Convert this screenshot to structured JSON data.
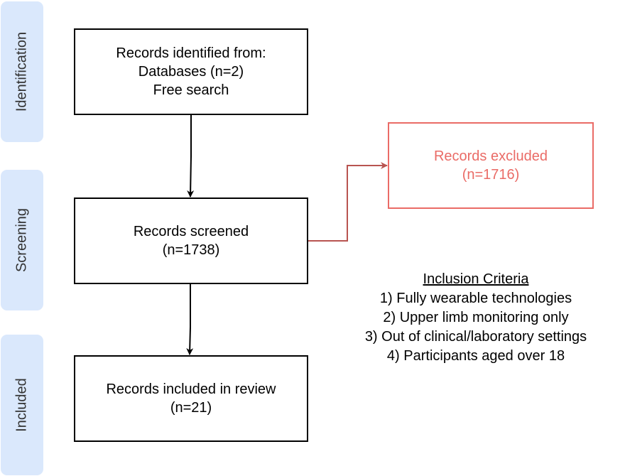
{
  "phases": [
    {
      "id": "identification",
      "label": "Identification"
    },
    {
      "id": "screening",
      "label": "Screening"
    },
    {
      "id": "included",
      "label": "Included"
    }
  ],
  "boxes": {
    "identified": {
      "lines": [
        "Records identified from:",
        "Databases (n=2)",
        "Free search"
      ]
    },
    "screened": {
      "lines": [
        "Records screened",
        "(n=1738)"
      ]
    },
    "included": {
      "lines": [
        "Records included in review",
        "(n=21)"
      ]
    },
    "excluded": {
      "lines": [
        "Records excluded",
        "(n=1716)"
      ]
    }
  },
  "criteria": {
    "title": "Inclusion Criteria",
    "items": [
      "1) Fully wearable technologies",
      "2) Upper limb monitoring only",
      "3) Out of clinical/laboratory settings",
      "4) Participants aged over 18"
    ]
  },
  "colors": {
    "phase_fill": "#dae8fc",
    "excluded": "#ea6b66",
    "excluded_arrow": "#b85450"
  }
}
